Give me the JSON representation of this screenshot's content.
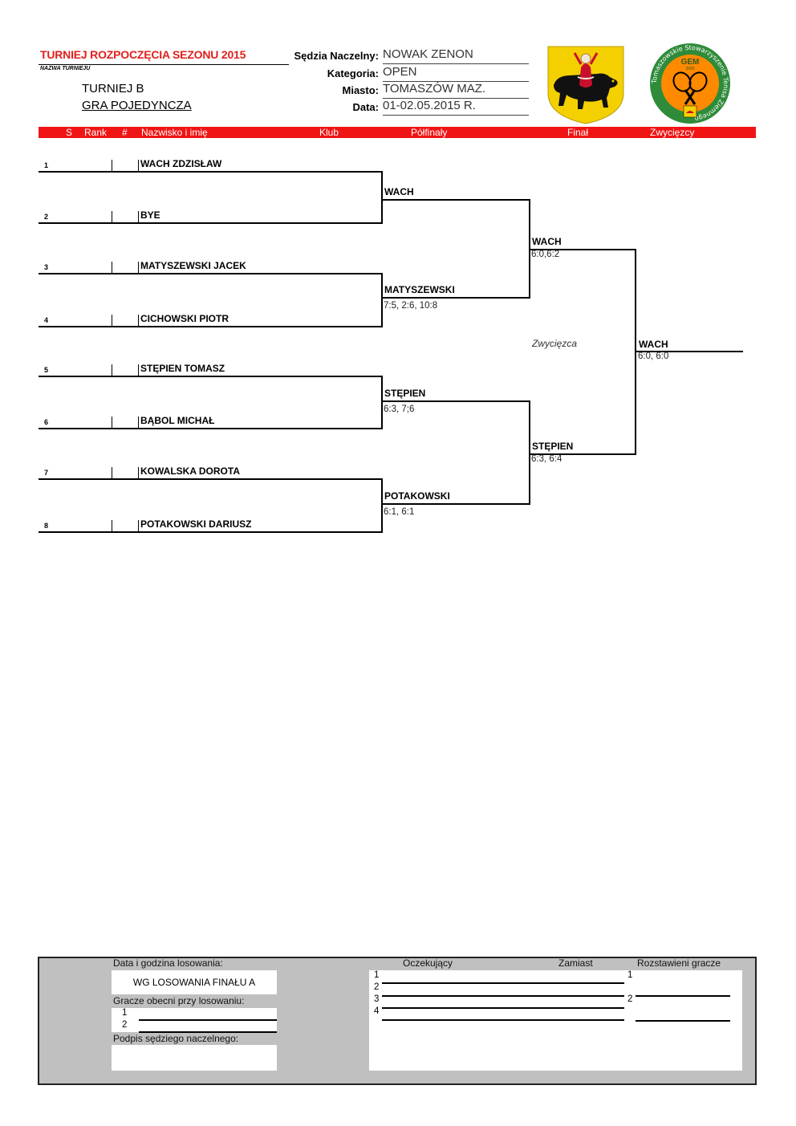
{
  "header": {
    "tournament_name": "TURNIEJ ROZPOCZĘCIA SEZONU 2015",
    "tournament_name_caption": "NAZWA TURNIEJU",
    "subtitle_line1": "TURNIEJ B",
    "subtitle_line2": "GRA POJEDYNCZA",
    "fields": [
      {
        "label": "Sędzia Naczelny:",
        "value": "NOWAK ZENON"
      },
      {
        "label": "Kategoria:",
        "value": "OPEN"
      },
      {
        "label": "Miasto:",
        "value": "TOMASZÓW MAZ."
      },
      {
        "label": "Data:",
        "value": "01-02.05.2015 R."
      }
    ],
    "club_logo_text": "GEM",
    "club_logo_year": "2005",
    "club_logo_ring": "Tomaszowskie Stowarzyszenie Tenisa Ziemnego"
  },
  "columns": {
    "s": "S",
    "rank": "Rank",
    "num": "#",
    "name": "Nazwisko i imię",
    "club": "Klub",
    "semifinals": "Półfinały",
    "final": "Finał",
    "winners": "Zwycięzcy"
  },
  "colors": {
    "accent_red": "#f01414",
    "title_red": "#e0201e",
    "footer_gray": "#c0c0c0"
  },
  "players": [
    {
      "seed": "1",
      "name": "WACH ZDZISŁAW"
    },
    {
      "seed": "2",
      "name": "BYE"
    },
    {
      "seed": "3",
      "name": "MATYSZEWSKI JACEK"
    },
    {
      "seed": "4",
      "name": "CICHOWSKI PIOTR"
    },
    {
      "seed": "5",
      "name": "STĘPIEN TOMASZ"
    },
    {
      "seed": "6",
      "name": "BĄBOL MICHAŁ"
    },
    {
      "seed": "7",
      "name": "KOWALSKA DOROTA"
    },
    {
      "seed": "8",
      "name": "POTAKOWSKI DARIUSZ"
    }
  ],
  "round1": [
    {
      "winner": "WACH",
      "score": ""
    },
    {
      "winner": "MATYSZEWSKI",
      "score": "7:5, 2:6, 10:8"
    },
    {
      "winner": "STĘPIEN",
      "score": "6:3, 7;6"
    },
    {
      "winner": "POTAKOWSKI",
      "score": "6:1, 6:1"
    }
  ],
  "semifinals": [
    {
      "winner": "WACH",
      "score": "6:0,6:2"
    },
    {
      "winner": "STĘPIEN",
      "score": "6:3, 6:4"
    }
  ],
  "final": {
    "caption": "Zwycięzca",
    "winner": "WACH",
    "score": "6:0, 6:0"
  },
  "footer": {
    "draw_date_label": "Data i godzina losowania:",
    "draw_date_value": "WG LOSOWANIA FINAŁU A",
    "present_label": "Gracze obecni przy losowaniu:",
    "present_numbers": [
      "1",
      "2"
    ],
    "signature_label": "Podpis sędziego naczelnego:",
    "waiting_label": "Oczekujący",
    "instead_label": "Zamiast",
    "seeded_label": "Rozstawieni gracze",
    "waiting_numbers": [
      "1",
      "2",
      "3",
      "4"
    ],
    "seeded_numbers": [
      "1",
      "2"
    ]
  }
}
